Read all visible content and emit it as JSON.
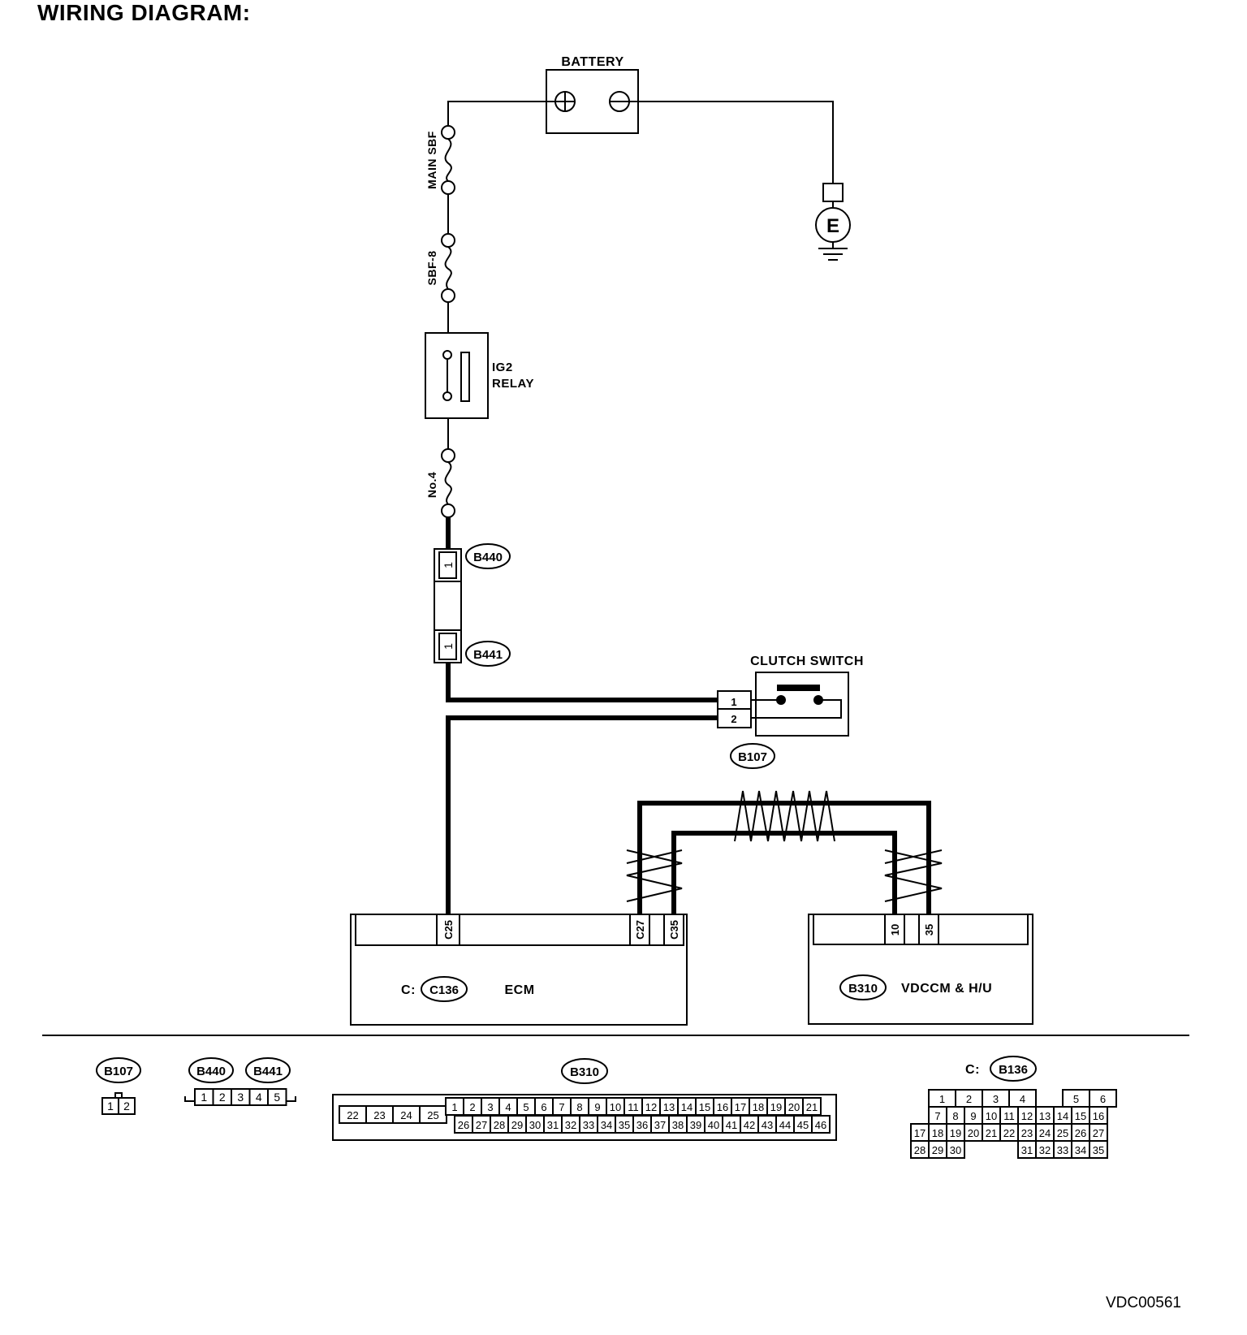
{
  "title": "WIRING DIAGRAM:",
  "components": {
    "battery": "BATTERY",
    "main_sbf": "MAIN SBF",
    "sbf8": "SBF-8",
    "ig2_relay_line1": "IG2",
    "ig2_relay_line2": "RELAY",
    "fuse_no4": "No.4",
    "clutch_switch": "CLUTCH SWITCH",
    "ground": "E",
    "ecm": "ECM",
    "ecm_prefix": "C:",
    "vdccm": "VDCCM & H/U"
  },
  "connectors": {
    "b440": "B440",
    "b441": "B441",
    "b107": "B107",
    "b310": "B310",
    "c136": "C136",
    "b136": "B136",
    "b136_prefix": "C:"
  },
  "pins": {
    "b440_pin": "1",
    "b441_pin": "1",
    "clutch_pin1": "1",
    "clutch_pin2": "2",
    "ecm_c25": "C25",
    "ecm_c27": "C27",
    "ecm_c35": "C35",
    "vdc_10": "10",
    "vdc_35": "35"
  },
  "legend": {
    "b107_pins": [
      "1",
      "2"
    ],
    "b440_pins": [
      "1",
      "2",
      "3",
      "4",
      "5"
    ],
    "b310_left": [
      "22",
      "23",
      "24",
      "25"
    ],
    "b310_top": [
      "1",
      "2",
      "3",
      "4",
      "5",
      "6",
      "7",
      "8",
      "9",
      "10",
      "11",
      "12",
      "13",
      "14",
      "15",
      "16",
      "17",
      "18",
      "19",
      "20",
      "21"
    ],
    "b310_bottom": [
      "26",
      "27",
      "28",
      "29",
      "30",
      "31",
      "32",
      "33",
      "34",
      "35",
      "36",
      "37",
      "38",
      "39",
      "40",
      "41",
      "42",
      "43",
      "44",
      "45",
      "46"
    ],
    "b136_row1": [
      "1",
      "2",
      "3",
      "4",
      "",
      "5",
      "6"
    ],
    "b136_row2": [
      "7",
      "8",
      "9",
      "10",
      "11",
      "12",
      "13",
      "14",
      "15",
      "16"
    ],
    "b136_row3": [
      "17",
      "18",
      "19",
      "20",
      "21",
      "22",
      "23",
      "24",
      "25",
      "26",
      "27"
    ],
    "b136_row4a": [
      "28",
      "29",
      "30"
    ],
    "b136_row4b": [
      "31",
      "32",
      "33",
      "34",
      "35"
    ]
  },
  "doc_code": "VDC00561"
}
